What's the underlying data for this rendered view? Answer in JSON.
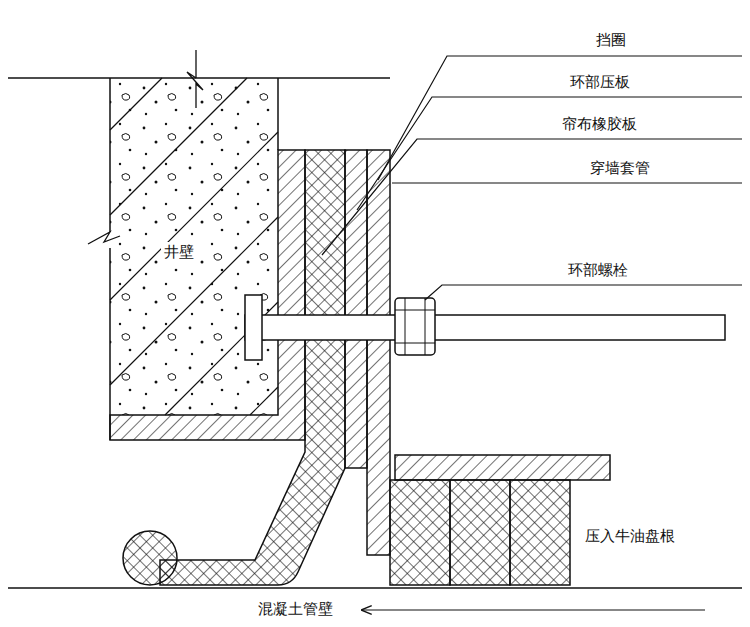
{
  "diagram": {
    "labels": [
      "挡圈",
      "环部压板",
      "帘布橡胶板",
      "穿墙套管",
      "环部螺栓",
      "井壁",
      "压入牛油盘根",
      "混凝土管壁"
    ]
  }
}
